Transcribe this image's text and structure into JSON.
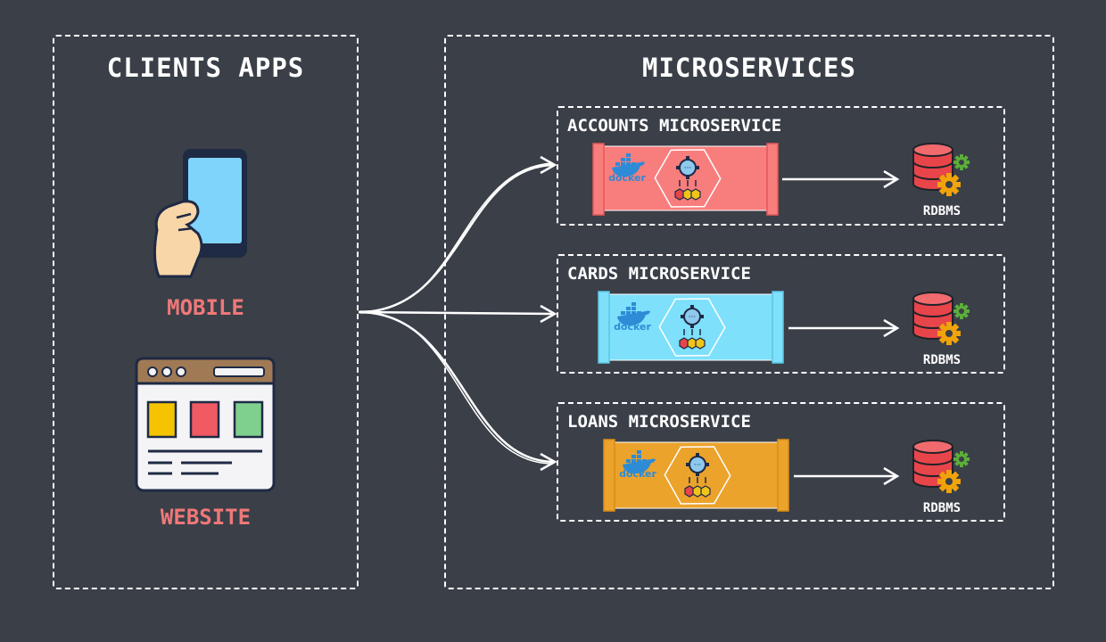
{
  "clients": {
    "title": "CLIENTS APPS",
    "items": [
      {
        "label": "MOBILE",
        "icon": "smartphone-hand-icon"
      },
      {
        "label": "WEBSITE",
        "icon": "browser-window-icon"
      }
    ]
  },
  "microservices": {
    "title": "MICROSERVICES",
    "services": [
      {
        "title": "ACCOUNTS MICROSERVICE",
        "container_color": "#f87d7d",
        "docker_label": "docker",
        "db_label": "RDBMS"
      },
      {
        "title": "CARDS MICROSERVICE",
        "container_color": "#7ee0fb",
        "docker_label": "docker",
        "db_label": "RDBMS"
      },
      {
        "title": "LOANS MICROSERVICE",
        "container_color": "#eba32c",
        "docker_label": "docker",
        "db_label": "RDBMS"
      }
    ]
  },
  "colors": {
    "background": "#3a3f48",
    "client_label": "#f07878",
    "db": "#e8454a",
    "gear": "#f0a30a",
    "docker": "#2e8bd6"
  }
}
